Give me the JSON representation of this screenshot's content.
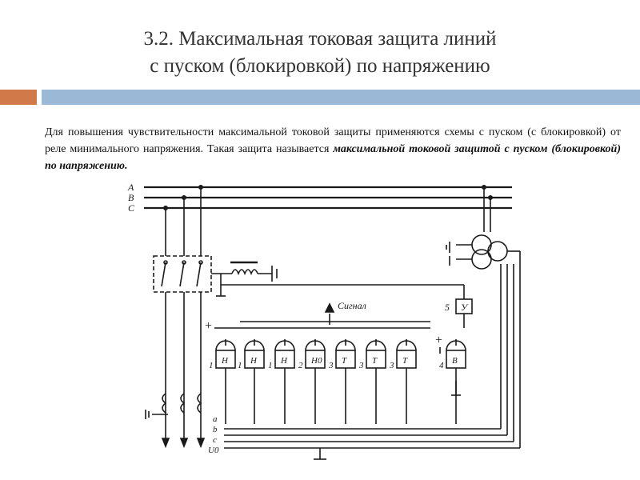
{
  "slide": {
    "title_line1": "3.2. Максимальная токовая защита линий",
    "title_line2": "с пуском (блокировкой) по напряжению",
    "paragraph_plain": "Для повышения чувствительности максимальной токовой защиты применяются схемы с пуском (с блокировкой) от реле минимального напряжения. Такая защита называется ",
    "paragraph_emph": "максимальной токовой защитой с пуском (блокировкой) по напряжению."
  },
  "colors": {
    "accent_bar": "#d2794a",
    "main_bar": "#9bb8d6",
    "ink": "#1a1a1a"
  },
  "diagram": {
    "phases": [
      "A",
      "B",
      "C"
    ],
    "signal_label": "Сигнал",
    "plus_label": "+",
    "minus_label": "−",
    "relays": [
      {
        "num": "1",
        "type": "Н"
      },
      {
        "num": "1",
        "type": "Н"
      },
      {
        "num": "1",
        "type": "Н"
      },
      {
        "num": "2",
        "type": "Н0"
      },
      {
        "num": "3",
        "type": "Т"
      },
      {
        "num": "3",
        "type": "Т"
      },
      {
        "num": "3",
        "type": "Т"
      },
      {
        "num": "4",
        "type": "В"
      }
    ],
    "indicator_num": "5",
    "indicator_label": "У",
    "bus_labels": [
      "a",
      "b",
      "c",
      "U0"
    ]
  }
}
